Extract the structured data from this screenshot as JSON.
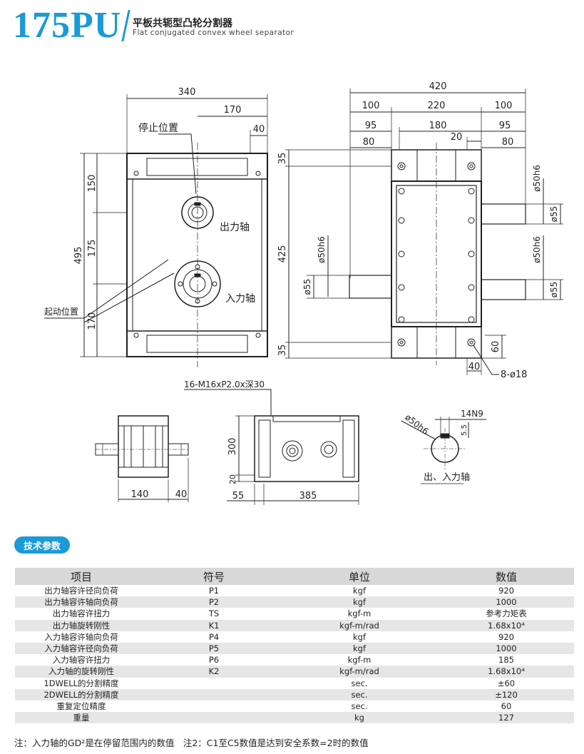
{
  "header": {
    "model": "175PU",
    "title_cn": "平板共轭型凸轮分割器",
    "title_en": "Flat conjugated convex wheel separator"
  },
  "drawing": {
    "front_view": {
      "dims": [
        "340",
        "170",
        "40",
        "150",
        "175",
        "170",
        "495"
      ],
      "labels": {
        "stop_position": "停止位置",
        "start_position": "起动位置",
        "output_shaft": "出力轴",
        "input_shaft": "入力轴"
      }
    },
    "top_view": {
      "dims": [
        "420",
        "100",
        "220",
        "100",
        "95",
        "180",
        "20",
        "95",
        "80",
        "80",
        "35",
        "425",
        "35",
        "40",
        "60",
        "ø50h6",
        "ø55",
        "ø50h6",
        "ø55",
        "ø50h6",
        "ø55"
      ],
      "hole_label": "8-ø18"
    },
    "side_view": {
      "dims": [
        "140",
        "40"
      ]
    },
    "bottom_view": {
      "thread_label": "16-M16xP2.0x深30",
      "dims": [
        "300",
        "20",
        "55",
        "385"
      ]
    },
    "shaft_section": {
      "dims": [
        "14N9",
        "5.5",
        "ø50h6"
      ],
      "label": "出、入力轴"
    }
  },
  "specs": {
    "badge": "技术参数",
    "headers": [
      "项目",
      "符号",
      "单位",
      "数值"
    ],
    "rows": [
      [
        "出力轴容许径向负荷",
        "P1",
        "kgf",
        "920"
      ],
      [
        "出力轴容许轴向负荷",
        "P2",
        "kgf",
        "1000"
      ],
      [
        "出力轴容许扭力",
        "TS",
        "kgf-m",
        "参考力矩表"
      ],
      [
        "出力轴旋转刚性",
        "K1",
        "kgf-m/rad",
        "1.68x10⁴"
      ],
      [
        "入力轴容许轴向负荷",
        "P4",
        "kgf",
        "920"
      ],
      [
        "入力轴容许径向负荷",
        "P5",
        "kgf",
        "1000"
      ],
      [
        "入力轴容许扭力",
        "P6",
        "kgf-m",
        "185"
      ],
      [
        "入力轴的旋转刚性",
        "K2",
        "kgf-m/rad",
        "1.68x10⁴"
      ],
      [
        "1DWELL的分割精度",
        "",
        "sec.",
        "±60"
      ],
      [
        "2DWELL的分割精度",
        "",
        "sec.",
        "±120"
      ],
      [
        "重复定位精度",
        "",
        "sec.",
        "60"
      ],
      [
        "重量",
        "",
        "kg",
        "127"
      ]
    ],
    "note": "注：入力轴的GD²是在停留范围内的数值　注2：C1至C5数值是达到安全系数=2时的数值"
  },
  "colors": {
    "accent": "#1a9ad6",
    "line": "#231f20",
    "row_shade": "#e6e6e6",
    "header_shade": "#d8d8d8"
  }
}
